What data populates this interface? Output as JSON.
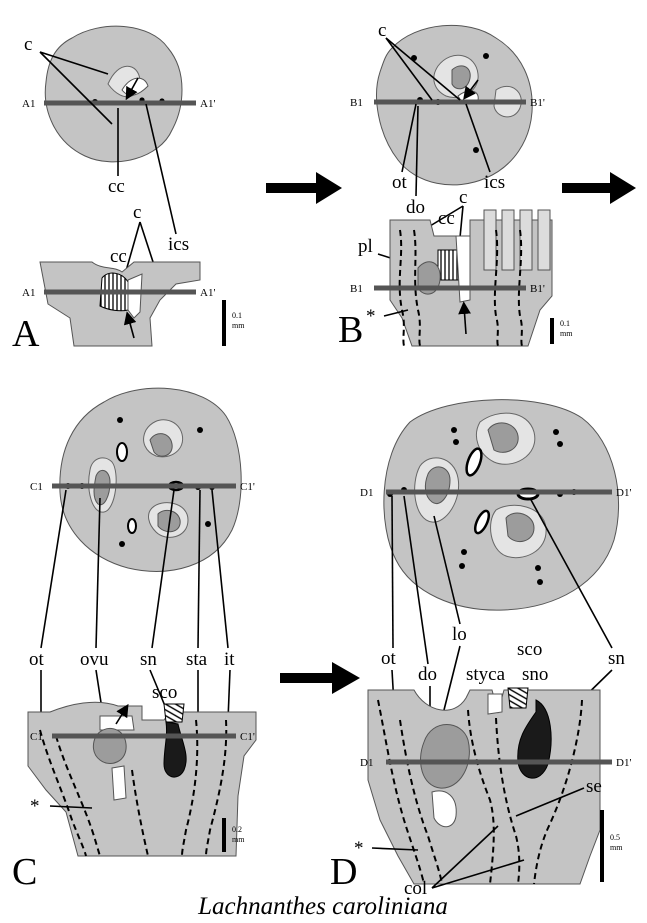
{
  "caption": "Lachnanthes caroliniana",
  "panels": {
    "A": {
      "letter": "A",
      "section_left": "A1",
      "section_right": "A1'",
      "labels": {
        "c_top": "c",
        "cc_top": "cc",
        "ics": "ics",
        "c_bottom": "c",
        "cc_bottom": "cc"
      },
      "scale_value": "0.1",
      "scale_unit": "mm"
    },
    "B": {
      "letter": "B",
      "section_left": "B1",
      "section_right": "B1'",
      "labels": {
        "c_top": "c",
        "ot": "ot",
        "do": "do",
        "ics": "ics",
        "c_bottom": "c",
        "cc": "cc",
        "pl": "pl",
        "asterisk": "*"
      },
      "scale_value": "0.1",
      "scale_unit": "mm"
    },
    "C": {
      "letter": "C",
      "section_left": "C1",
      "section_right": "C1'",
      "labels": {
        "ot": "ot",
        "ovu": "ovu",
        "sn": "sn",
        "sta": "sta",
        "it": "it",
        "sco": "sco",
        "asterisk": "*"
      },
      "scale_value": "0.2",
      "scale_unit": "mm"
    },
    "D": {
      "letter": "D",
      "section_left": "D1",
      "section_right": "D1'",
      "labels": {
        "ot": "ot",
        "do": "do",
        "lo": "lo",
        "sn": "sn",
        "sco": "sco",
        "styca": "styca",
        "sno": "sno",
        "se": "se",
        "col": "col",
        "asterisk": "*"
      },
      "scale_value": "0.5",
      "scale_unit": "mm"
    }
  }
}
